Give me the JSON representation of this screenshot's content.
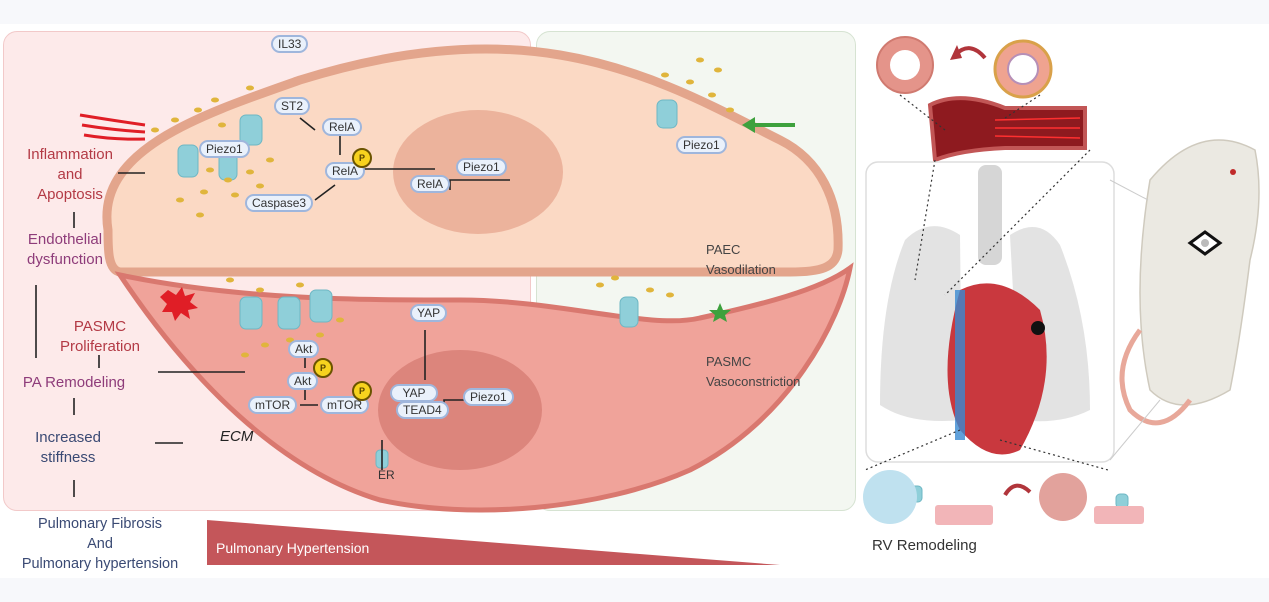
{
  "diagram": {
    "panels": {
      "disease_panel_color": "#fdeaea",
      "healthy_panel_color": "#f3f7f1"
    },
    "flow": {
      "inflammation": "Inflammation\nand\nApoptosis",
      "inflammation_l1": "Inflammation",
      "inflammation_l2": "and",
      "inflammation_l3": "Apoptosis",
      "endothelial_l1": "Endothelial",
      "endothelial_l2": "dysfunction",
      "pasmc_l1": "PASMC",
      "pasmc_l2": "Proliferation",
      "pa_remodeling": "PA Remodeling",
      "stiffness_l1": "Increased",
      "stiffness_l2": "stiffness",
      "outcome_l1": "Pulmonary Fibrosis",
      "outcome_l2": "And",
      "outcome_l3": "Pulmonary hypertension"
    },
    "endothelial_cell": {
      "labels": {
        "il33": "IL33",
        "st2": "ST2",
        "piezo1_membrane": "Piezo1",
        "rela_1": "RelA",
        "rela_2": "RelA",
        "rela_nucleus": "RelA",
        "piezo1_gene": "Piezo1",
        "caspase3": "Caspase3",
        "phospho": "P"
      },
      "healthy_piezo1": "Piezo1",
      "caption_l1": "PAEC",
      "caption_l2": "Vasodilation"
    },
    "smooth_muscle_cell": {
      "labels": {
        "akt_1": "Akt",
        "akt_2": "Akt",
        "mtor_1": "mTOR",
        "mtor_2": "mTOR",
        "yap_1": "YAP",
        "yap_2": "YAP",
        "tead4": "TEAD4",
        "piezo1_gene": "Piezo1",
        "phospho": "P",
        "ecm": "ECM",
        "er": "ER"
      },
      "caption_l1": "PASMC",
      "caption_l2": "Vasoconstriction"
    },
    "gradient_bar": {
      "label": "Pulmonary Hypertension",
      "color": "#c4565a"
    },
    "right_panel": {
      "rv_label": "RV Remodeling"
    }
  }
}
